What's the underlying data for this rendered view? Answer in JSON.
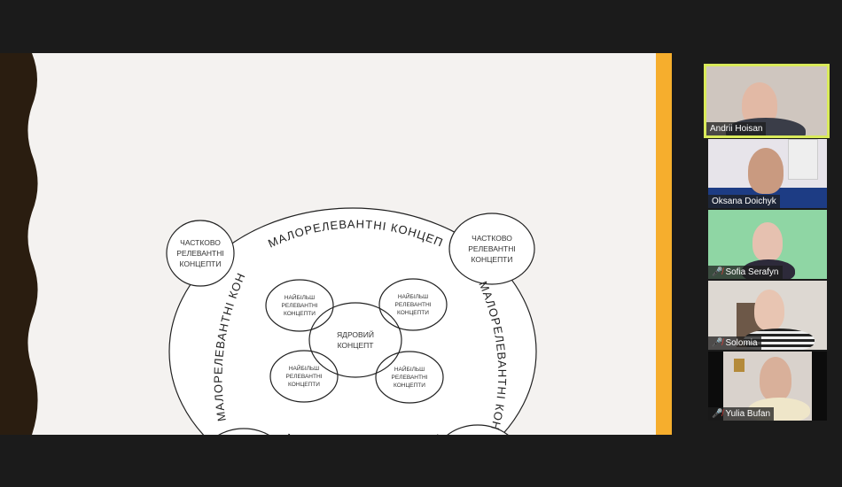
{
  "slide": {
    "outer_label": "МАЛОРЕЛЕВАНТНІ КОНЦЕПТИ",
    "corner_label": [
      "ЧАСТКОВО",
      "РЕЛЕВАНТНІ",
      "КОНЦЕПТИ"
    ],
    "inner_label": [
      "НАЙБІЛЬШ",
      "РЕЛЕВАНТНІ",
      "КОНЦЕПТИ"
    ],
    "core_label": [
      "ЯДРОВИЙ",
      "КОНЦЕПТ"
    ]
  },
  "participants": [
    {
      "name": "Andrii Hoisan",
      "muted": false,
      "active": true
    },
    {
      "name": "Oksana Doichyk",
      "muted": false,
      "active": false
    },
    {
      "name": "Sofia Serafyn",
      "muted": true,
      "active": false
    },
    {
      "name": "Solomia",
      "muted": true,
      "active": false
    },
    {
      "name": "Yulia Bufan",
      "muted": true,
      "active": false
    }
  ],
  "icons": {
    "muted": "mic-muted-icon"
  },
  "colors": {
    "accent": "#f6ae2d",
    "active_speaker": "#d9ea5a",
    "strip": "#2a1d10"
  }
}
